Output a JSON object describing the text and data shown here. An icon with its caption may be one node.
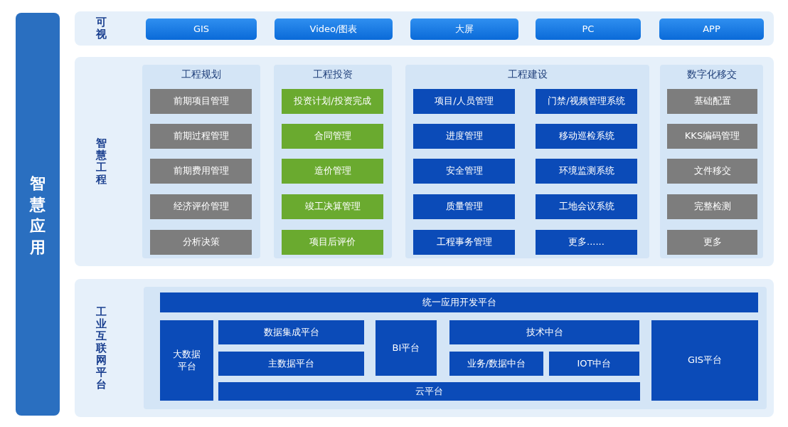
{
  "diagram": {
    "nodes": [
      {
        "text": [
          "智慧应用"
        ]
      },
      {
        "text": [
          "可视"
        ]
      },
      {
        "text": [
          "GIS"
        ],
        "in": 1
      },
      {
        "text": [
          "Video/图表"
        ],
        "in": 1
      },
      {
        "text": [
          "大屏"
        ],
        "in": 1
      },
      {
        "text": [
          "PC"
        ],
        "in": 1
      },
      {
        "text": [
          "APP"
        ],
        "in": 1
      },
      {
        "text": [
          "智慧工程"
        ]
      },
      {
        "text": [
          "工程规划"
        ],
        "in": 7
      },
      {
        "text": [
          "前期项目管理"
        ],
        "in": 8
      },
      {
        "text": [
          "前期过程管理"
        ],
        "in": 8
      },
      {
        "text": [
          "前期费用管理"
        ],
        "in": 8
      },
      {
        "text": [
          "经济评价管理"
        ],
        "in": 8
      },
      {
        "text": [
          "分析决策"
        ],
        "in": 8
      },
      {
        "text": [
          "工程投资"
        ],
        "in": 7
      },
      {
        "text": [
          "投资计划/投资完成"
        ],
        "in": 14
      },
      {
        "text": [
          "合同管理"
        ],
        "in": 14
      },
      {
        "text": [
          "造价管理"
        ],
        "in": 14
      },
      {
        "text": [
          "竣工决算管理"
        ],
        "in": 14
      },
      {
        "text": [
          "项目后评价"
        ],
        "in": 14
      },
      {
        "text": [
          "工程建设"
        ],
        "in": 7
      },
      {
        "text": [
          "项目/人员管理"
        ],
        "in": 20
      },
      {
        "text": [
          "门禁/视频管理系统"
        ],
        "in": 20
      },
      {
        "text": [
          "进度管理"
        ],
        "in": 20
      },
      {
        "text": [
          "移动巡检系统"
        ],
        "in": 20
      },
      {
        "text": [
          "安全管理"
        ],
        "in": 20
      },
      {
        "text": [
          "环境监测系统"
        ],
        "in": 20
      },
      {
        "text": [
          "质量管理"
        ],
        "in": 20
      },
      {
        "text": [
          "工地会议系统"
        ],
        "in": 20
      },
      {
        "text": [
          "工程事务管理"
        ],
        "in": 20
      },
      {
        "text": [
          "更多......"
        ],
        "in": 20
      },
      {
        "text": [
          "数字化移交"
        ],
        "in": 7
      },
      {
        "text": [
          "基础配置"
        ],
        "in": 31
      },
      {
        "text": [
          "KKS编码管理"
        ],
        "in": 31
      },
      {
        "text": [
          "文件移交"
        ],
        "in": 31
      },
      {
        "text": [
          "完整检测"
        ],
        "in": 31
      },
      {
        "text": [
          "更多"
        ],
        "in": 31
      },
      {
        "text": [
          "工业互联网平台"
        ]
      },
      {
        "text": [
          "统一应用开发平台"
        ],
        "in": 37
      },
      {
        "text": [
          "大数据平台"
        ],
        "in": 37
      },
      {
        "text": [
          "数据集成平台"
        ],
        "in": 37
      },
      {
        "text": [
          "主数据平台"
        ],
        "in": 37
      },
      {
        "text": [
          "BI平台"
        ],
        "in": 37
      },
      {
        "text": [
          "技术中台"
        ],
        "in": 37
      },
      {
        "text": [
          "业务/数据中台"
        ],
        "in": 37
      },
      {
        "text": [
          "IOT中台"
        ],
        "in": 37
      },
      {
        "text": [
          "云平台"
        ],
        "in": 37
      },
      {
        "text": [
          "GIS平台"
        ],
        "in": 37
      }
    ]
  }
}
